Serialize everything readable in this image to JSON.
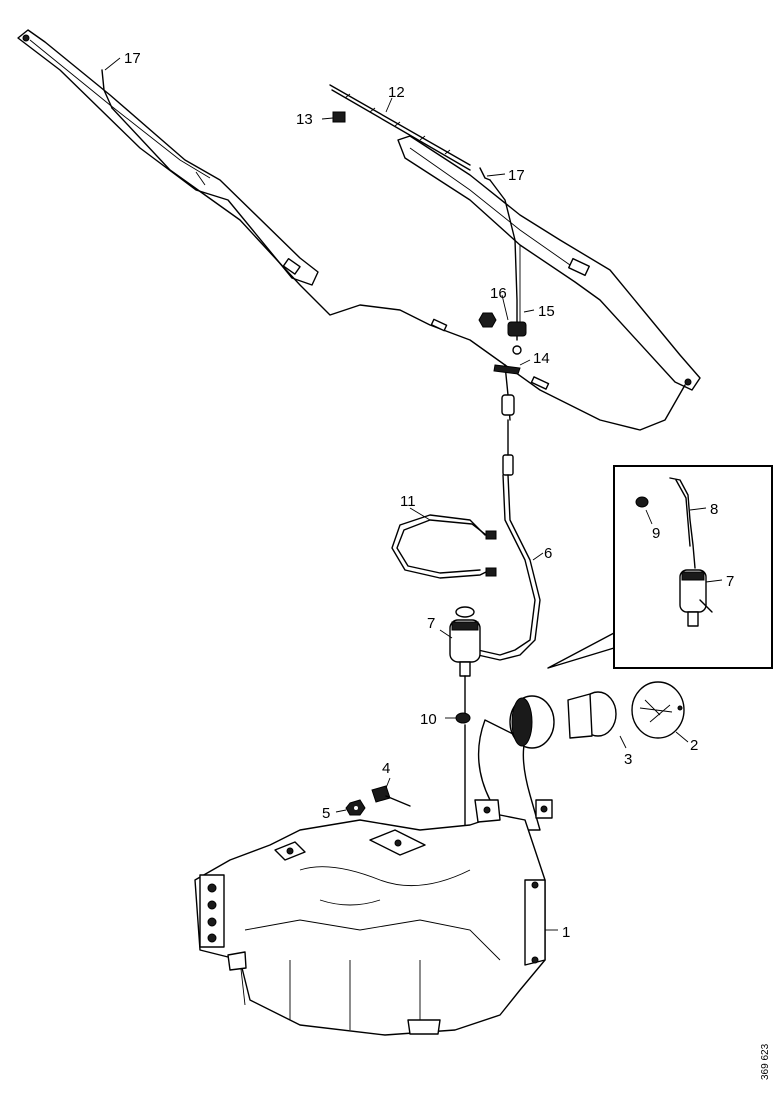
{
  "callouts": {
    "c1": "1",
    "c2": "2",
    "c3": "3",
    "c4": "4",
    "c5": "5",
    "c6": "6",
    "c7": "7",
    "c7_inset": "7",
    "c8": "8",
    "c9": "9",
    "c10": "10",
    "c11": "11",
    "c12": "12",
    "c13": "13",
    "c14": "14",
    "c15": "15",
    "c16": "16",
    "c17a": "17",
    "c17b": "17"
  },
  "reference_code": "369 623"
}
